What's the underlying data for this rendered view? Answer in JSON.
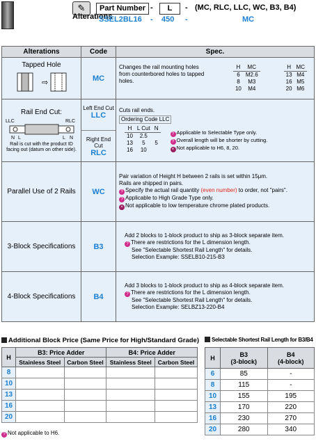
{
  "header": {
    "title": "Alterations",
    "part_number_label": "Part Number",
    "dash1": "-",
    "l_label": "L",
    "dash2": "-",
    "options": "(MC, RLC, LLC, WC, B3, B4)",
    "example_part": "SSEL2BL16",
    "example_dash1": "-",
    "example_l": "450",
    "example_dash2": "-",
    "example_code": "MC"
  },
  "spec_table": {
    "headers": [
      "Alterations",
      "Code",
      "Spec."
    ],
    "rows": {
      "mc": {
        "name": "Tapped Hole",
        "code": "MC",
        "text": "Changes the rail mounting holes from counterbored holes to tapped holes.",
        "table_a": [
          [
            "H",
            "MC"
          ],
          [
            "6",
            "M2.6"
          ],
          [
            "8",
            "M3"
          ],
          [
            "10",
            "M4"
          ]
        ],
        "table_b": [
          [
            "H",
            "MC"
          ],
          [
            "13",
            "M4"
          ],
          [
            "16",
            "M5"
          ],
          [
            "20",
            "M6"
          ]
        ]
      },
      "railend": {
        "name": "Rail End Cut:",
        "llc_label": "LLC",
        "rlc_label": "RLC",
        "n_label": "N",
        "l_label": "L",
        "note": "Rail is cut with the product ID facing out (datum on other side).",
        "left_label": "Left End Cut",
        "left_code": "LLC",
        "right_label": "Right End Cut",
        "right_code": "RLC",
        "line1": "Cuts rail ends.",
        "line2": "Ordering Code LLC",
        "cut_table": [
          [
            "H",
            "L Cut",
            "N"
          ],
          [
            "10",
            "2.5",
            ""
          ],
          [
            "13",
            "5",
            "5"
          ],
          [
            "16",
            "10",
            ""
          ]
        ],
        "note1": "Applicable to Selectable Type only.",
        "note2": "Overall length will be shorter by cutting.",
        "note3": "Not applicable to H6, 8, 20."
      },
      "wc": {
        "name": "Parallel Use of 2 Rails",
        "code": "WC",
        "line1": "Pair variation of Height H between 2 rails is set within 15μm.",
        "line2": "Rails are shipped in pairs.",
        "line3a": "Specify the actual rail quantity ",
        "line3b": "(even number)",
        "line3c": " to order, not \"pairs\".",
        "line4": "Applicable to High Grade Type only.",
        "line5": "Not applicable to low temperature chrome plated products."
      },
      "b3": {
        "name": "3-Block Specifications",
        "code": "B3",
        "line1": "Add 2 blocks to 1-block product to ship as 3-block separate item.",
        "line2": "There are restrictions for the L dimension length.",
        "line3": "See \"Selectable Shortest Rail Length\" for details.",
        "line4": "Selection Example: SSELB10-215-B3"
      },
      "b4": {
        "name": "4-Block Specifications",
        "code": "B4",
        "line1": "Add 3 blocks to 1-block product to ship as 4-block separate item.",
        "line2": "There are restrictions for the L dimension length.",
        "line3": "See \"Selectable Shortest Rail Length\" for details.",
        "line4": "Selection Example: SELBZ13-220-B4"
      }
    }
  },
  "block_price": {
    "title": "Additional Block Price (Same Price for High/Standard Grade)",
    "h_label": "H",
    "b3_label": "B3: Price Adder",
    "b4_label": "B4: Price Adder",
    "sub": [
      "Stainless Steel",
      "Carbon Steel",
      "Stainless Steel",
      "Carbon Steel"
    ],
    "h_values": [
      "8",
      "10",
      "13",
      "16",
      "20"
    ],
    "note": "Not applicable to H6."
  },
  "shortest": {
    "title": "Selectable Shortest Rail Length for B3/B4",
    "h_label": "H",
    "b3_label": "B3",
    "b3_sub": "(3-block)",
    "b4_label": "B4",
    "b4_sub": "(4-block)",
    "rows": [
      [
        "6",
        "85",
        "-"
      ],
      [
        "8",
        "115",
        "-"
      ],
      [
        "10",
        "155",
        "195"
      ],
      [
        "13",
        "170",
        "220"
      ],
      [
        "16",
        "230",
        "270"
      ],
      [
        "20",
        "280",
        "340"
      ]
    ]
  }
}
